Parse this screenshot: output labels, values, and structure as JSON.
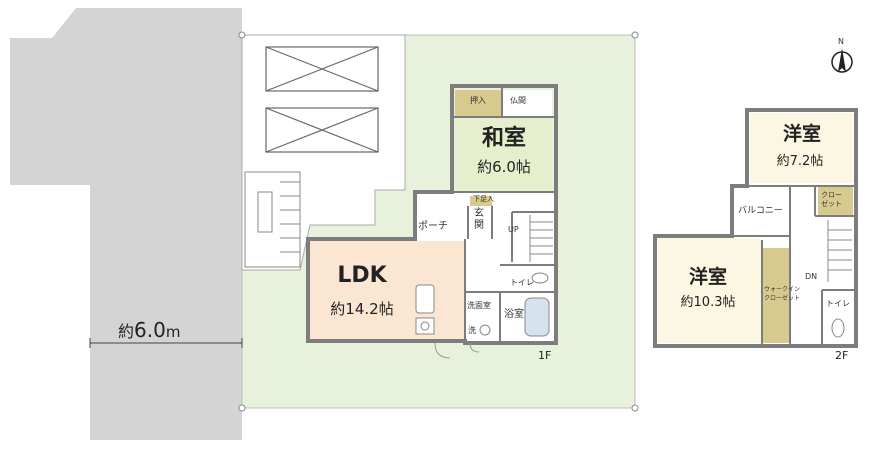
{
  "floor1": {
    "label": "1F",
    "rooms": {
      "washitsu": {
        "name": "和室",
        "area": "約6.0帖"
      },
      "ldk": {
        "name": "LDK",
        "area": "約14.2帖"
      },
      "oshiire": "押入",
      "butsuma": "仏間",
      "shitaire": "下足入",
      "genkan": "玄\n関",
      "porch": "ポーチ",
      "up": "UP",
      "toilet": "トイレ",
      "senmenshitsu": "洗面室",
      "sentaku": "洗",
      "yokushitsu": "浴室"
    }
  },
  "floor2": {
    "label": "2F",
    "rooms": {
      "youshitsu_small": {
        "name": "洋室",
        "area": "約7.2帖"
      },
      "youshitsu_large": {
        "name": "洋室",
        "area": "約10.3帖"
      },
      "closet": "クロー\nゼット",
      "balcony": "バルコニー",
      "walkin": "ウォークイン\nクローゼット",
      "dn": "DN",
      "toilet": "トイレ"
    }
  },
  "road": {
    "width_label_prefix": "約",
    "width_value": "6.0",
    "width_unit": "m"
  },
  "compass": {
    "label": "N"
  },
  "colors": {
    "road": "#d4d4d4",
    "lot": "#e8f1dc",
    "washitsu": "#e6efcd",
    "ldk": "#fbe6d4",
    "youshitsu": "#fbf7e2",
    "closet": "#d8c98f",
    "wall": "#7d7d7d"
  }
}
